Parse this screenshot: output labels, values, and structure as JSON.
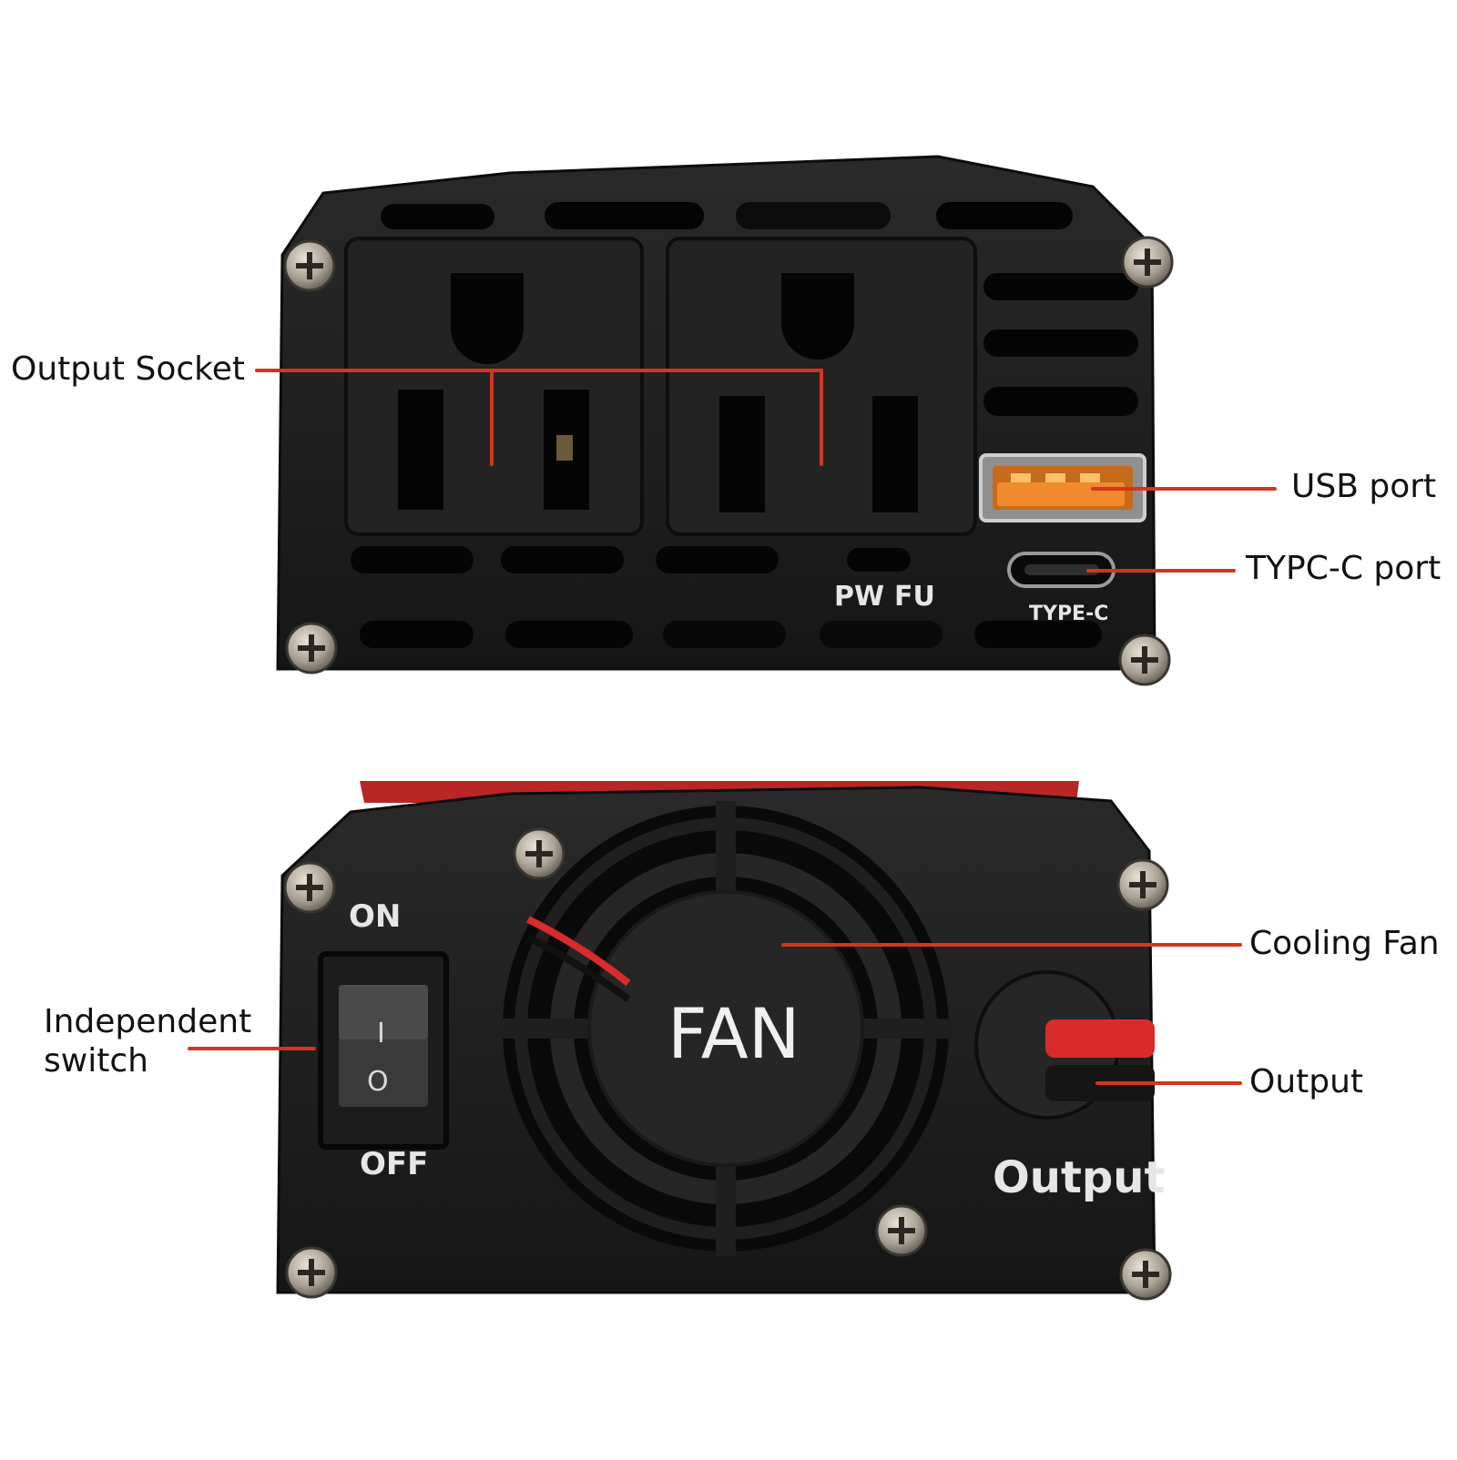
{
  "callouts": {
    "output_socket": "Output Socket",
    "usb_port": "USB port",
    "typec_port": "TYPC-C port",
    "cooling_fan": "Cooling Fan",
    "independent_switch_line1": "Independent",
    "independent_switch_line2": "switch",
    "output": "Output"
  },
  "front_panel": {
    "pw_label": "PW",
    "fu_label": "FU",
    "typec_label": "TYPE-C"
  },
  "rear_panel": {
    "on_label": "ON",
    "off_label": "OFF",
    "fan_label": "FAN",
    "output_label": "Output",
    "switch_on_mark": "I",
    "switch_off_mark": "O"
  },
  "colors": {
    "leader_line": "#d4351c",
    "housing": "#1a1a1a",
    "usb_insert": "#f08a2c",
    "power_cable": "#d92b2b",
    "screw": "#b9b2a6"
  },
  "icons": [
    "screw-icon",
    "fan-icon",
    "rocker-switch-icon"
  ]
}
